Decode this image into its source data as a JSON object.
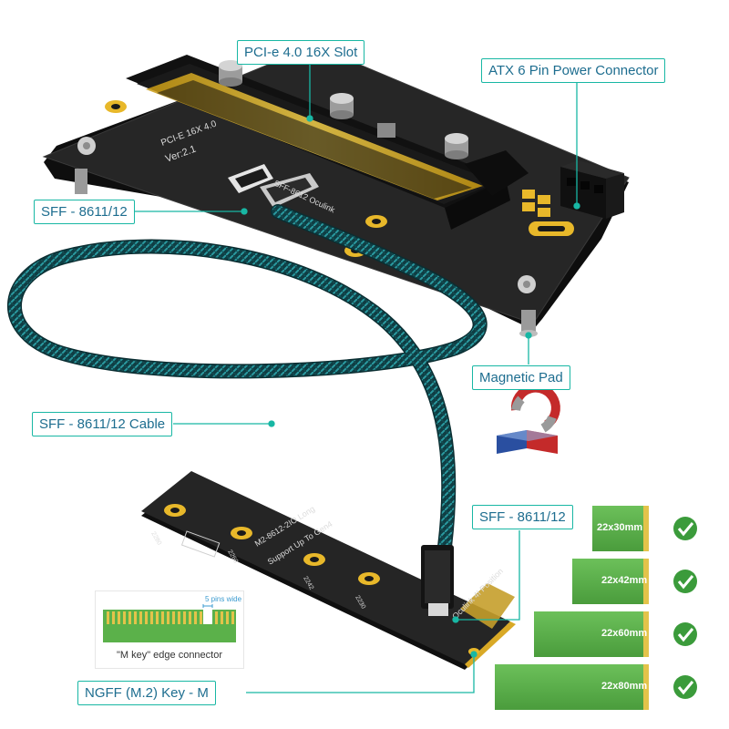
{
  "labels": {
    "pcie_slot": "PCI-e 4.0 16X Slot",
    "atx_power": "ATX 6 Pin Power Connector",
    "sff_top": "SFF - 8611/12",
    "magnetic_pad": "Magnetic Pad",
    "sff_cable": "SFF - 8611/12 Cable",
    "sff_bottom": "SFF - 8611/12",
    "ngff_key": "NGFF (M.2) Key - M"
  },
  "board_silkscreen": {
    "slot_text": "PCI-E 16X 4.0",
    "version": "Ver:2.1",
    "oculink": "SFF-8612 Oculink"
  },
  "m2_silkscreen": {
    "line1": "M2-8612-2IO Long",
    "line2": "Support Up To Gen4",
    "position": "Oculink 4I Position",
    "p2280": "2280",
    "p2260": "2260",
    "p2242": "2242",
    "p2230": "2230"
  },
  "mkey_inset": {
    "caption": "\"M key\"  edge connector",
    "pins": "5 pins wide"
  },
  "sizes": [
    {
      "label": "22x30mm",
      "supported": true
    },
    {
      "label": "22x42mm",
      "supported": true
    },
    {
      "label": "22x60mm",
      "supported": true
    },
    {
      "label": "22x80mm",
      "supported": true
    }
  ],
  "colors": {
    "callout_border": "#18b7a4",
    "callout_text": "#1d6d8f",
    "pcb": "#1e1e1e",
    "gold": "#e8b82a",
    "m2_green": "#5bb14a",
    "check_green": "#3b9b3b",
    "cable_teal": "#1b6d74"
  }
}
